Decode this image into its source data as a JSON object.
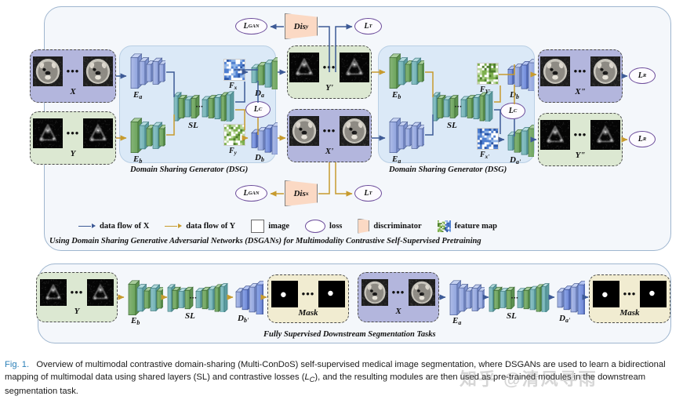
{
  "figure": {
    "number": "Fig. 1.",
    "caption_line1": "Overview of multimodal contrastive domain-sharing (Multi-ConDoS) self-supervised medical image segmentation, where DSGANs are used",
    "caption_line2_a": "to learn a bidirectional mapping of multimodal data using shared layers (SL) and contrastive losses (",
    "caption_line2_b": "L",
    "caption_line2_c": "C",
    "caption_line2_d": "), and the resulting modules are then used",
    "caption_line3": "as pre-trained modules in the downstream segmentation task.",
    "watermark": "知乎 @清风寻雨"
  },
  "sections": {
    "pretraining_caption": "Using Domain Sharing Generative Adversarial Networks (DSGANs) for Multimodality Contrastive Self-Supervised Pretraining",
    "downstream_caption": "Fully Supervised Downstream Segmentation Tasks",
    "dsg_left_caption": "Domain Sharing Generator (DSG)",
    "dsg_right_caption": "Domain Sharing Generator (DSG)"
  },
  "data_boxes": {
    "x": {
      "label": "X",
      "modality": "mri",
      "color": "#b3b6dd"
    },
    "y": {
      "label": "Y",
      "modality": "pet",
      "color": "#dce8d2"
    },
    "y_prime": {
      "label": "Y'",
      "modality": "pet",
      "color": "#dce8d2"
    },
    "x_prime": {
      "label": "X'",
      "modality": "mri",
      "color": "#b3b6dd"
    },
    "x_dprime": {
      "label": "X\"",
      "modality": "mri",
      "color": "#b3b6dd"
    },
    "y_dprime": {
      "label": "Y\"",
      "modality": "pet",
      "color": "#dce8d2"
    },
    "x_down": {
      "label": "X",
      "modality": "mri",
      "color": "#b3b6dd"
    },
    "y_down": {
      "label": "Y",
      "modality": "pet",
      "color": "#dce8d2"
    },
    "mask_left": {
      "label": "Mask",
      "modality": "mask",
      "color": "#f1ecd1"
    },
    "mask_right": {
      "label": "Mask",
      "modality": "mask",
      "color": "#f1ecd1"
    }
  },
  "modules": {
    "enc_a_left": {
      "base": "E",
      "sub": "a"
    },
    "enc_b_left": {
      "base": "E",
      "sub": "b"
    },
    "sl_left": {
      "base": "SL",
      "sub": ""
    },
    "dec_a_left": {
      "base": "D",
      "sub": "a"
    },
    "dec_b_left": {
      "base": "D",
      "sub": "b"
    },
    "enc_b_right": {
      "base": "E",
      "sub": "b"
    },
    "enc_a_right": {
      "base": "E",
      "sub": "a"
    },
    "sl_right": {
      "base": "SL",
      "sub": ""
    },
    "dec_b_right": {
      "base": "D",
      "sub": "b"
    },
    "dec_a_right": {
      "base": "D",
      "sub": "a'"
    },
    "enc_b_down": {
      "base": "E",
      "sub": "b"
    },
    "sl_down_left": {
      "base": "SL",
      "sub": ""
    },
    "dec_b_down": {
      "base": "D",
      "sub": "b'"
    },
    "enc_a_down": {
      "base": "E",
      "sub": "a"
    },
    "sl_down_right": {
      "base": "SL",
      "sub": ""
    },
    "dec_a_down": {
      "base": "D",
      "sub": "a'"
    }
  },
  "feature_maps": {
    "f_x": {
      "base": "F",
      "sub": "x",
      "color": "blue"
    },
    "f_y": {
      "base": "F",
      "sub": "y",
      "color": "green"
    },
    "f_yprime": {
      "base": "F",
      "sub": "Y'",
      "color": "green"
    },
    "f_xprime": {
      "base": "F",
      "sub": "x'",
      "color": "blue"
    }
  },
  "losses": {
    "lc_left": {
      "base": "L",
      "sub": "C"
    },
    "lc_right": {
      "base": "L",
      "sub": "C"
    },
    "lgan_top": {
      "base": "L",
      "sub": "GAN"
    },
    "lt_top": {
      "base": "L",
      "sub": "T"
    },
    "lgan_bot": {
      "base": "L",
      "sub": "GAN"
    },
    "lt_bot": {
      "base": "L",
      "sub": "T"
    },
    "lr_top": {
      "base": "L",
      "sub": "R"
    },
    "lr_bot": {
      "base": "L",
      "sub": "R"
    }
  },
  "discriminators": {
    "dis_y": {
      "base": "Dis",
      "sub": "y"
    },
    "dis_x": {
      "base": "Dis",
      "sub": "x"
    }
  },
  "legend": {
    "items": [
      {
        "kind": "arrow-blue",
        "label": "data flow of X",
        "icon": "arrow-right-blue-icon"
      },
      {
        "kind": "arrow-gold",
        "label": "data flow of Y",
        "icon": "arrow-right-gold-icon"
      },
      {
        "kind": "image",
        "label": "image",
        "icon": "image-swatch-icon"
      },
      {
        "kind": "loss",
        "label": "loss",
        "icon": "ellipse-loss-icon"
      },
      {
        "kind": "discriminator",
        "label": "discriminator",
        "icon": "trapezoid-discriminator-icon"
      },
      {
        "kind": "featuremap",
        "label": "feature map",
        "icon": "checker-feature-map-icon"
      }
    ]
  },
  "colors": {
    "flow_x": "#3d5a96",
    "flow_y": "#c79b2e",
    "panel_bg": "#f4f7fb",
    "dsg_bg": "#dbe9f7",
    "loss_stroke": "#6b4b9a",
    "disc_fill": "#fbd9c4",
    "box_purple": "#b3b6dd",
    "box_green": "#dce8d2",
    "box_cream": "#f1ecd1",
    "fig_number": "#2a7fb8"
  }
}
